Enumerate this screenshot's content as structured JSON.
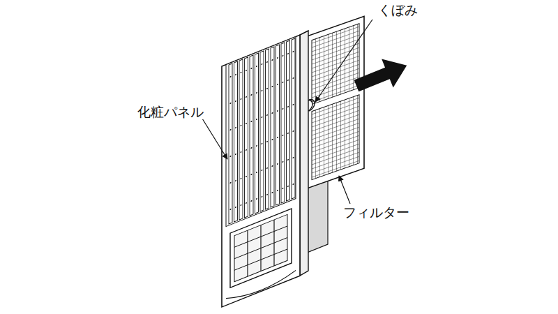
{
  "diagram": {
    "labels": [
      "くぼみ",
      "化粧パネル",
      "フィルター"
    ]
  }
}
